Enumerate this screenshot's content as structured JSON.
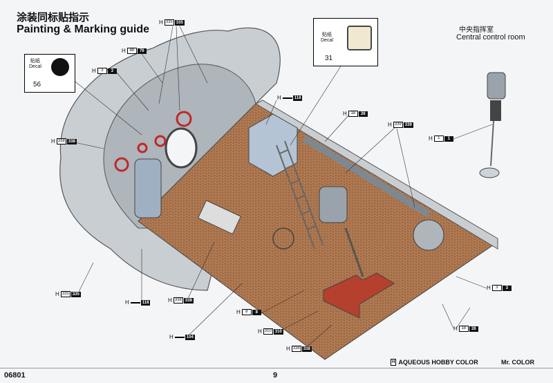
{
  "header": {
    "title_cn": "涂装同标贴指示",
    "title_en": "Painting & Marking guide",
    "room_cn": "中央指挥室",
    "room_en": "Central control room"
  },
  "decals": [
    {
      "label_cn": "贴纸",
      "label_en": "Decal",
      "number": "56"
    },
    {
      "label_cn": "贴纸",
      "label_en": "Decal",
      "number": "31"
    }
  ],
  "callouts": [
    {
      "h": "H",
      "aqueous": "335",
      "mr": "335"
    },
    {
      "h": "H",
      "aqueous": "88",
      "mr": "76"
    },
    {
      "h": "H",
      "aqueous": "3",
      "mr": "3"
    },
    {
      "h": "H",
      "aqueous": "338",
      "mr": "338"
    },
    {
      "h": "H",
      "aqueous": "",
      "mr": "118"
    },
    {
      "h": "H",
      "aqueous": "18",
      "mr": "28"
    },
    {
      "h": "H",
      "aqueous": "339",
      "mr": "339"
    },
    {
      "h": "H",
      "aqueous": "1",
      "mr": "1"
    },
    {
      "h": "H",
      "aqueous": "3",
      "mr": "3"
    },
    {
      "h": "H",
      "aqueous": "18",
      "mr": "28"
    },
    {
      "h": "H",
      "aqueous": "335",
      "mr": "335"
    },
    {
      "h": "H",
      "aqueous": "",
      "mr": "118"
    },
    {
      "h": "H",
      "aqueous": "338",
      "mr": "338"
    },
    {
      "h": "H",
      "aqueous": "8",
      "mr": "8"
    },
    {
      "h": "H",
      "aqueous": "310",
      "mr": "310"
    },
    {
      "h": "H",
      "aqueous": "",
      "mr": "104"
    },
    {
      "h": "H",
      "aqueous": "338",
      "mr": "338"
    }
  ],
  "legend": {
    "aqueous_symbol": "H",
    "aqueous_text": "AQUEOUS HOBBY COLOR",
    "mr_symbol": "",
    "mr_text": "Mr. COLOR"
  },
  "footer": {
    "code": "06801",
    "page": "9"
  },
  "colors": {
    "hull": "#c9ced3",
    "floor": "#b07a52",
    "valve": "#c0282a",
    "red_block": "#b5402e"
  }
}
